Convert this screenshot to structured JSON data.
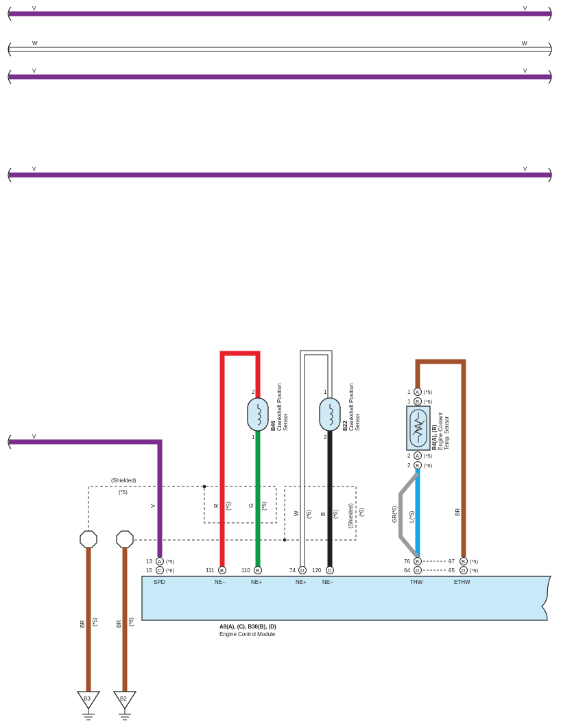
{
  "colors": {
    "violet": "#7a2f8e",
    "red": "#e8202a",
    "green": "#0a9a48",
    "black": "#231f20",
    "brown": "#a2522b",
    "blue": "#13a9e6",
    "gray": "#9b9b9b",
    "white_wire": "#ffffff",
    "ecm_fill": "#c8e9f8",
    "sensor_fill": "#cfe9f7"
  },
  "top_wires": [
    {
      "color_code": "V",
      "left_label": "V",
      "right_label": "V"
    },
    {
      "color_code": "W",
      "left_label": "W",
      "right_label": "W"
    },
    {
      "color_code": "V",
      "left_label": "V",
      "right_label": "V"
    },
    {
      "color_code": "V",
      "left_label": "V",
      "right_label": "V"
    }
  ],
  "spd_wire": {
    "left_label": "V",
    "vertical_label": "V"
  },
  "shield_label": "(Shielded)",
  "shield_note": "(*5)",
  "shield_right_label": "(Shielded)",
  "shield_right_note": "(*6)",
  "crank_b46": {
    "code": "B46",
    "name_line1": "Crankshaft Position",
    "name_line2": "Sensor",
    "pin_top": "2",
    "pin_bottom": "1",
    "wire_top": "R",
    "wire_top_note": "(*5)",
    "wire_bottom": "G",
    "wire_bottom_note": "(*5)"
  },
  "crank_b22": {
    "code": "B22",
    "name_line1": "Crankshaft Position",
    "name_line2": "Sensor",
    "pin_top": "1",
    "pin_bottom": "2",
    "wire_white": "W",
    "wire_white_note": "(*6)",
    "wire_black": "B",
    "wire_black_note": "(*6)"
  },
  "coolant_sensor": {
    "code": "B4(A), (B)",
    "name_line1": "Engine Coolant",
    "name_line2": "Temp. Sensor",
    "pins": [
      {
        "num": "1",
        "conn": "A",
        "note": "(*5)"
      },
      {
        "num": "1",
        "conn": "B",
        "note": "(*6)"
      },
      {
        "num": "2",
        "conn": "A",
        "note": "(*5)"
      },
      {
        "num": "2",
        "conn": "B",
        "note": "(*6)"
      }
    ],
    "wire_gray": "GR(*6)",
    "wire_blue": "L(*5)",
    "wire_brown": "BR"
  },
  "ecm": {
    "code": "A9(A), (C), B30(B), (D)",
    "name": "Engine Control Module",
    "terminals": [
      {
        "id": "spd",
        "pins": [
          {
            "num": "13",
            "conn": "A",
            "note": "(*5)"
          },
          {
            "num": "15",
            "conn": "C",
            "note": "(*6)"
          }
        ],
        "signal": "SPD"
      },
      {
        "id": "ne-minus-b",
        "pins": [
          {
            "num": "111",
            "conn": "B",
            "note": ""
          }
        ],
        "signal": "NE–"
      },
      {
        "id": "ne-plus-b",
        "pins": [
          {
            "num": "110",
            "conn": "B",
            "note": ""
          }
        ],
        "signal": "NE+"
      },
      {
        "id": "ne-plus-d",
        "pins": [
          {
            "num": "74",
            "conn": "D",
            "note": ""
          }
        ],
        "signal": "NE+"
      },
      {
        "id": "ne-minus-d",
        "pins": [
          {
            "num": "120",
            "conn": "D",
            "note": ""
          }
        ],
        "signal": "NE–"
      },
      {
        "id": "thw",
        "pins": [
          {
            "num": "76",
            "conn": "B",
            "note": ""
          },
          {
            "num": "64",
            "conn": "D",
            "note": ""
          }
        ],
        "signal": "THW"
      },
      {
        "id": "ethw",
        "pins": [
          {
            "num": "97",
            "conn": "B",
            "note": "(*5)"
          },
          {
            "num": "65",
            "conn": "D",
            "note": "(*6)"
          }
        ],
        "signal": "ETHW"
      }
    ]
  },
  "grounds": [
    {
      "wire": "BR",
      "note": "(*5)",
      "code": "B3"
    },
    {
      "wire": "BR",
      "note": "(*6)",
      "code": "B2"
    }
  ]
}
